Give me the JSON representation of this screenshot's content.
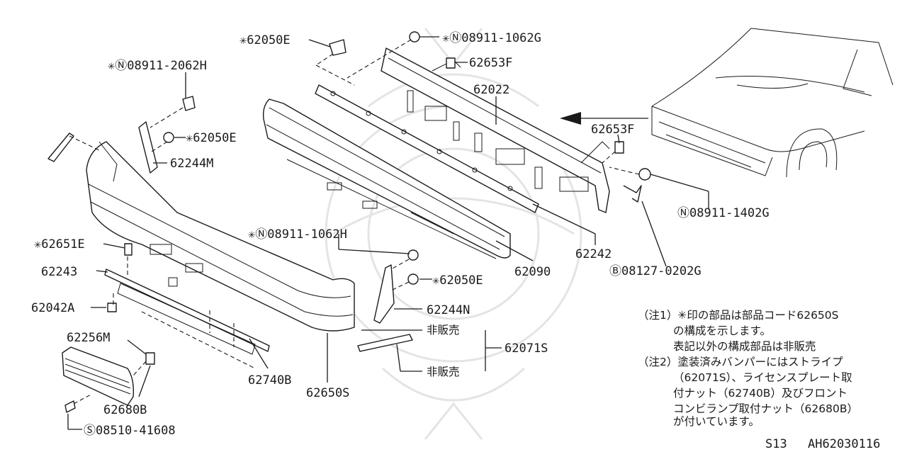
{
  "labels": {
    "p62050e_top": "✳62050E",
    "p08911_1062g": "✳Ⓝ08911-1062G",
    "p62653f_top": "62653F",
    "p08911_2062h": "✳Ⓝ08911-2062H",
    "p62022": "62022",
    "p62050e_left": "✳62050E",
    "p62653f_mid": "62653F",
    "p62244m": "62244M",
    "p08911_1402g": "Ⓝ08911-1402G",
    "p62651e": "✳62651E",
    "p08911_1062h": "✳Ⓝ08911-1062H",
    "p62242": "62242",
    "p62243": "62243",
    "p08127_0202g": "Ⓑ08127-0202G",
    "p62090": "62090",
    "p62050e_right": "✳62050E",
    "p62042a": "62042A",
    "p62244n": "62244N",
    "p62256m": "62256M",
    "not_for_sale_1": "非販売",
    "p62071s": "62071S",
    "not_for_sale_2": "非販売",
    "p62740b": "62740B",
    "p62650s": "62650S",
    "p62680b": "62680B",
    "p08510_41608": "Ⓢ08510-41608"
  },
  "notes": [
    "（注1）✳印の部品は部品コード62650S",
    "の構成を示します。",
    "表記以外の構成部品は非販売",
    "（注2）塗装済みバンパーにはストライプ",
    "（62071S）、ライセンスプレート取",
    "付ナット（62740B）及びフロント",
    "コンビランプ取付ナット（62680B）",
    "が付いています。"
  ],
  "footer": {
    "model": "S13",
    "diagram_code": "AH62030116"
  }
}
